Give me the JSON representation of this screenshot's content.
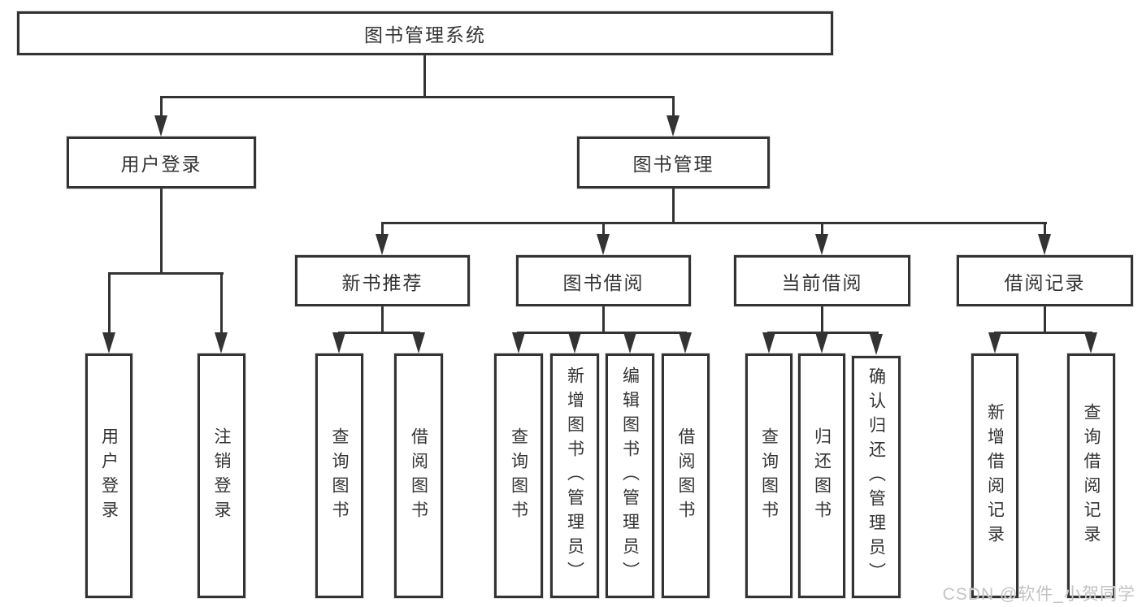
{
  "diagram": {
    "title": "图书管理系统",
    "tree": {
      "label": "图书管理系统",
      "children": [
        {
          "label": "用户登录",
          "children": [
            {
              "label": "用户登录"
            },
            {
              "label": "注销登录"
            }
          ]
        },
        {
          "label": "图书管理",
          "children": [
            {
              "label": "新书推荐",
              "children": [
                {
                  "label": "查询图书"
                },
                {
                  "label": "借阅图书"
                }
              ]
            },
            {
              "label": "图书借阅",
              "children": [
                {
                  "label": "查询图书"
                },
                {
                  "label": "新增图书（管理员）"
                },
                {
                  "label": "编辑图书（管理员）"
                },
                {
                  "label": "借阅图书"
                }
              ]
            },
            {
              "label": "当前借阅",
              "children": [
                {
                  "label": "查询图书"
                },
                {
                  "label": "归还图书"
                },
                {
                  "label": "确认归还（管理员）"
                }
              ]
            },
            {
              "label": "借阅记录",
              "children": [
                {
                  "label": "新增借阅记录"
                },
                {
                  "label": "查询借阅记录"
                }
              ]
            }
          ]
        }
      ]
    }
  },
  "watermark": "CSDN @软件_小贺同学",
  "colors": {
    "line": "#333333",
    "text": "#333333",
    "background": "#ffffff",
    "watermark": "#c3c3c3"
  }
}
